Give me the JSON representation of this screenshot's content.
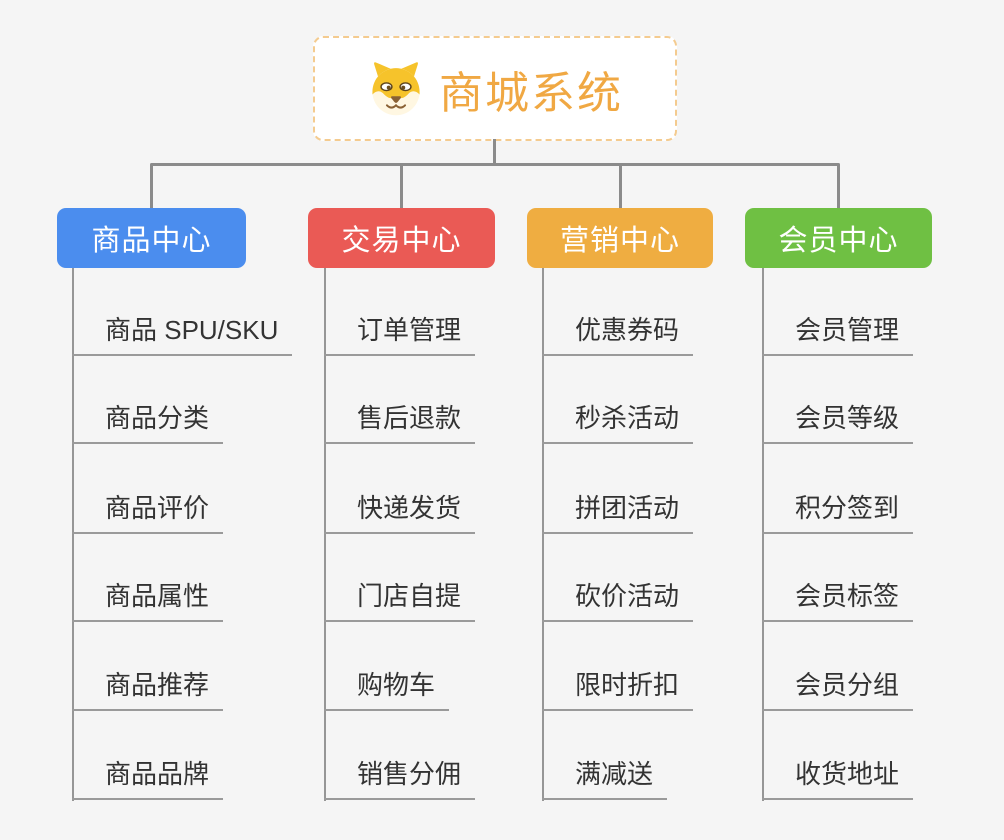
{
  "root": {
    "title": "商城系统",
    "icon": "dog-face-icon"
  },
  "colors": {
    "background": "#F5F5F5",
    "root_text": "#F0A843",
    "root_border": "#F4CB8F",
    "connector": "#8B8B8B",
    "item_text": "#333333",
    "branch_product": "#4B8DEE",
    "branch_trade": "#EA5A55",
    "branch_marketing": "#EFAD41",
    "branch_member": "#6FC043"
  },
  "branches": [
    {
      "label": "商品中心",
      "color": "#4B8DEE",
      "items": [
        "商品 SPU/SKU",
        "商品分类",
        "商品评价",
        "商品属性",
        "商品推荐",
        "商品品牌"
      ]
    },
    {
      "label": "交易中心",
      "color": "#EA5A55",
      "items": [
        "订单管理",
        "售后退款",
        "快递发货",
        "门店自提",
        "购物车",
        "销售分佣"
      ]
    },
    {
      "label": "营销中心",
      "color": "#EFAD41",
      "items": [
        "优惠券码",
        "秒杀活动",
        "拼团活动",
        "砍价活动",
        "限时折扣",
        "满减送"
      ]
    },
    {
      "label": "会员中心",
      "color": "#6FC043",
      "items": [
        "会员管理",
        "会员等级",
        "积分签到",
        "会员标签",
        "会员分组",
        "收货地址"
      ]
    }
  ]
}
